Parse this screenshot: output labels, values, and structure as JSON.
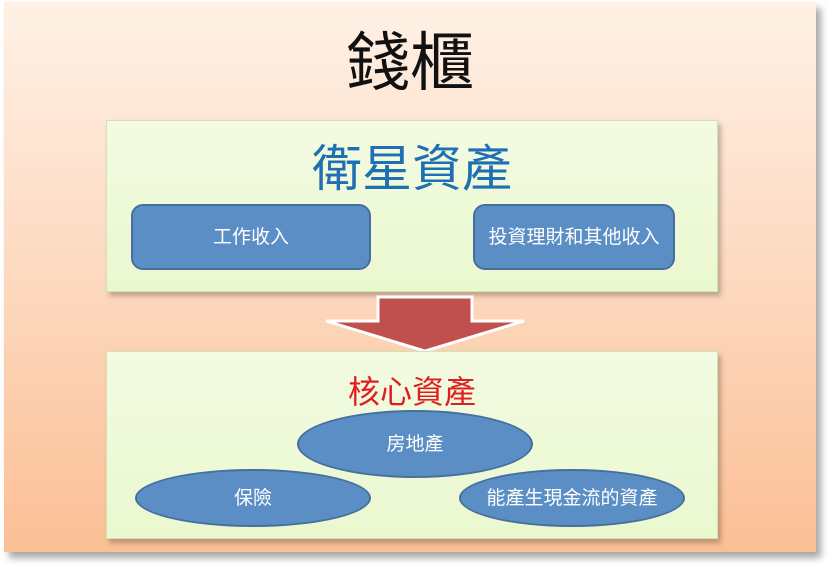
{
  "title": "錢櫃",
  "satellite": {
    "heading": "衛星資產",
    "items": [
      "工作收入",
      "投資理財和其他收入"
    ]
  },
  "core": {
    "heading": "核心資產",
    "items": [
      "房地產",
      "保險",
      "能產生現金流的資產"
    ]
  },
  "colors": {
    "background_top": "#fff1e6",
    "background_bottom": "#fbbf95",
    "panel": "#eaf8cf",
    "shape_fill": "#5b8ec5",
    "shape_border": "#466f9e",
    "satellite_heading": "#1f6fb4",
    "core_heading": "#e11e1e",
    "arrow_fill": "#c0504d",
    "arrow_border": "#ffffff"
  }
}
